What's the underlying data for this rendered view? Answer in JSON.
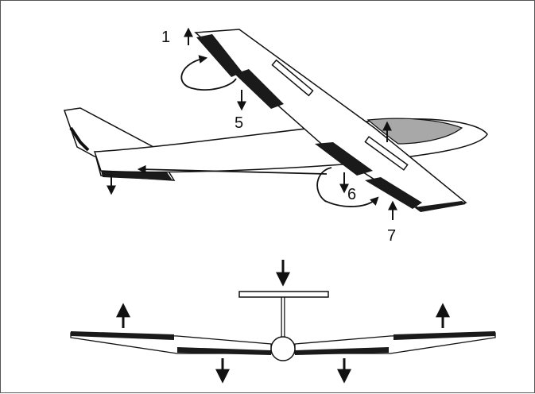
{
  "labels": {
    "l1": "1",
    "l5": "5",
    "l6": "6",
    "l7": "7"
  },
  "colors": {
    "outline": "#111111",
    "surface_dark": "#1a1a1a",
    "canopy": "#a8a8a8",
    "frame": "#555555"
  },
  "icons": {
    "up": "arrow-up-icon",
    "down": "arrow-down-icon",
    "curved": "curved-arrow-icon"
  }
}
